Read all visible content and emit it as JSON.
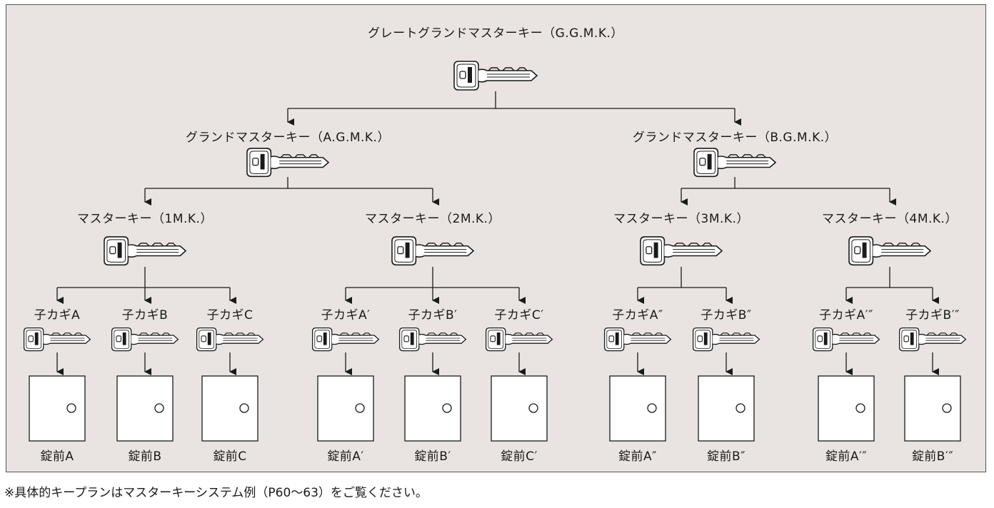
{
  "title": "グレートグランドマスターキー（G.G.M.K.）",
  "grand_masters": [
    {
      "label": "グランドマスターキー（A.G.M.K.）"
    },
    {
      "label": "グランドマスターキー（B.G.M.K.）"
    }
  ],
  "masters": [
    {
      "label": "マスターキー（1M.K.）"
    },
    {
      "label": "マスターキー（2M.K.）"
    },
    {
      "label": "マスターキー（3M.K.）"
    },
    {
      "label": "マスターキー（4M.K.）"
    }
  ],
  "child_keys": [
    {
      "label": "子カギA",
      "lock": "錠前A"
    },
    {
      "label": "子カギB",
      "lock": "錠前B"
    },
    {
      "label": "子カギC",
      "lock": "錠前C"
    },
    {
      "label": "子カギA′",
      "lock": "錠前A′"
    },
    {
      "label": "子カギB′",
      "lock": "錠前B′"
    },
    {
      "label": "子カギC′",
      "lock": "錠前C′"
    },
    {
      "label": "子カギA″",
      "lock": "錠前A″"
    },
    {
      "label": "子カギB″",
      "lock": "錠前B″"
    },
    {
      "label": "子カギA′″",
      "lock": "錠前A′″"
    },
    {
      "label": "子カギB′″",
      "lock": "錠前B′″"
    }
  ],
  "footnote": "※具体的キープランはマスターキーシステム例（P60〜63）をご覧ください。",
  "colors": {
    "panel_bg": "#e9e4e1",
    "line": "#1a1a1a",
    "door_fill": "#ffffff"
  }
}
